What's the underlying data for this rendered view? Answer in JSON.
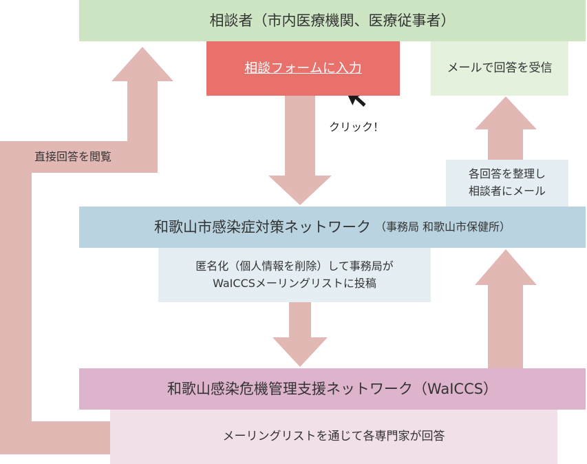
{
  "consultant": "相談者（市内医療機関、医療従事者）",
  "form_button": "相談フォームに入力",
  "mail_receive": "メールで回答を受信",
  "click_label": "クリック！",
  "direct_view": "直接回答を閲覧",
  "organize": [
    "各回答を整理し",
    "相談者にメール"
  ],
  "network": {
    "main": "和歌山市感染症対策ネットワーク",
    "sub": "（事務局 和歌山市保健所）"
  },
  "anonymize": [
    "匿名化（個人情報を削除）して事務局が",
    "WaICCSメーリングリストに投稿"
  ],
  "walccs": "和歌山感染危機管理支援ネットワーク（WaICCS）",
  "reply": "メーリングリストを通じて各専門家が回答",
  "colors": {
    "green": "#cde5c3",
    "red": "#e8716b",
    "blue": "#b9d4e0",
    "pink": "#deb3cc",
    "arrow": "#e2b8b5"
  },
  "icons": [
    "arrow-down-icon",
    "arrow-up-icon",
    "cursor-pointer-icon"
  ]
}
